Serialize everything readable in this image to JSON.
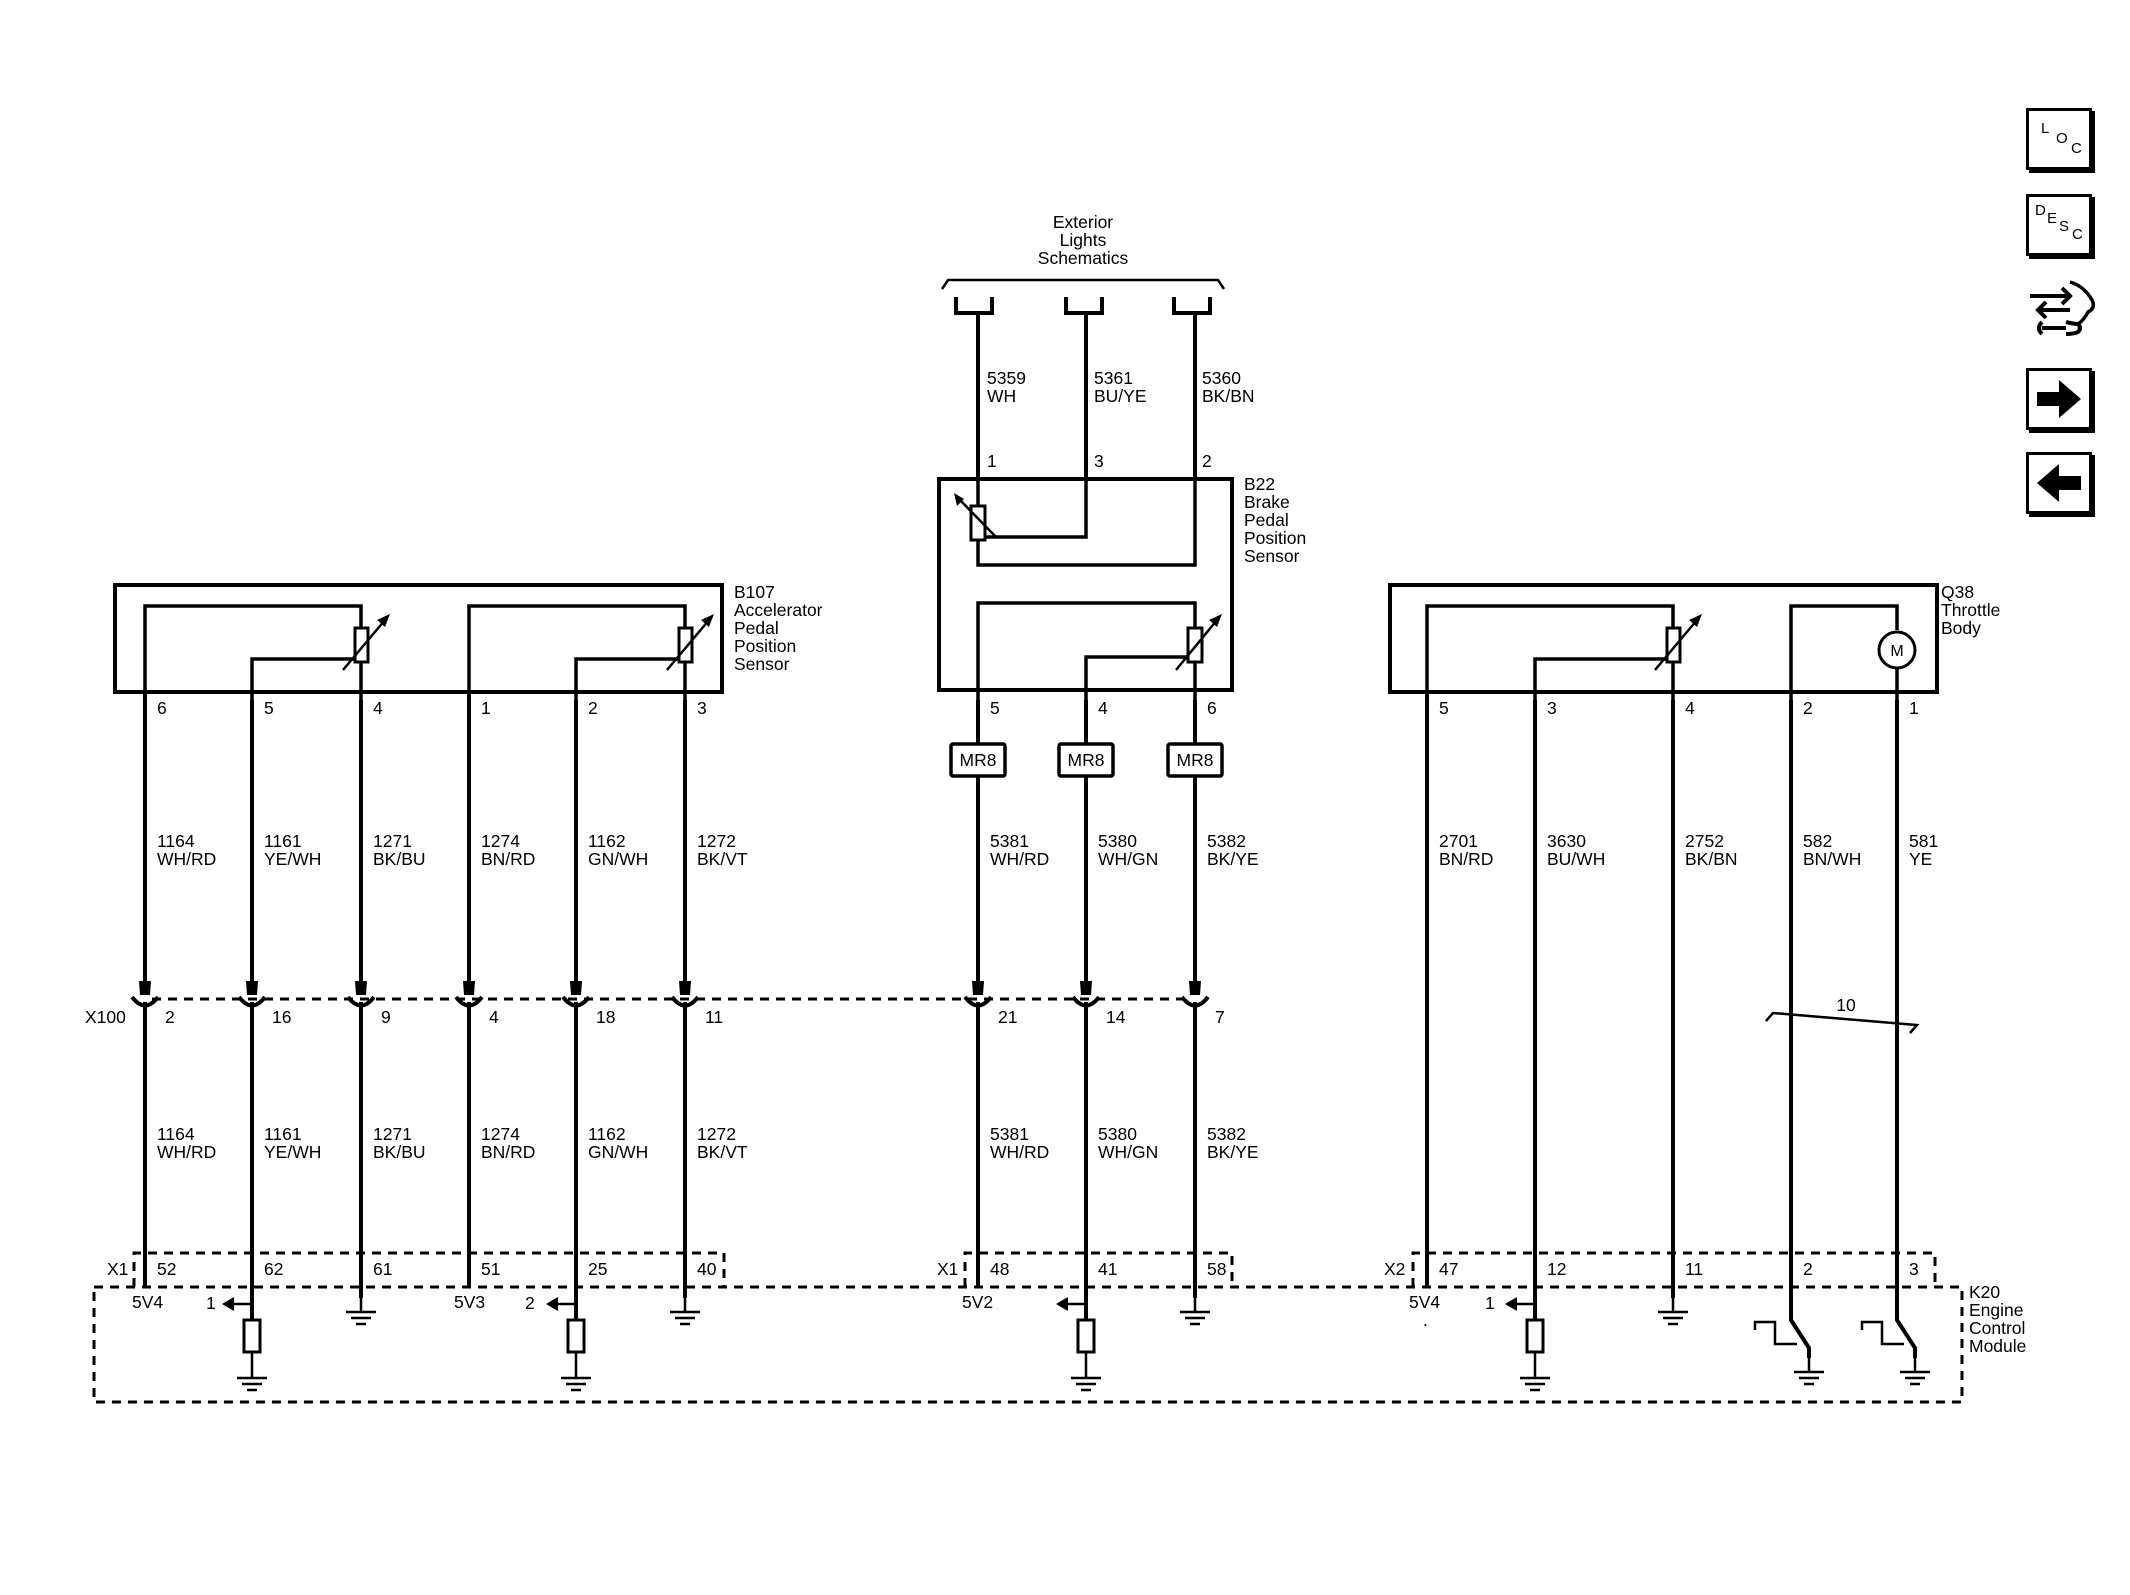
{
  "nav": {
    "loc_letters": [
      "L",
      "O",
      "C"
    ],
    "desc_letters": [
      "D",
      "E",
      "S",
      "C"
    ]
  },
  "header": {
    "exterior_lights": [
      "Exterior",
      "Lights",
      "Schematics"
    ]
  },
  "components": {
    "b107": [
      "B107",
      "Accelerator",
      "Pedal",
      "Position",
      "Sensor"
    ],
    "b22": [
      "B22",
      "Brake",
      "Pedal",
      "Position",
      "Sensor"
    ],
    "q38": [
      "Q38",
      "Throttle",
      "Body"
    ],
    "q38_motor_symbol": "M",
    "k20": [
      "K20",
      "Engine",
      "Control",
      "Module"
    ]
  },
  "connectors": {
    "x100": "X100",
    "x1_left": "X1",
    "x1_center": "X1",
    "x2": "X2",
    "mr8": "MR8",
    "twist_count": "10"
  },
  "top_wires": [
    {
      "circuit": "5359",
      "color": "WH",
      "pin": "1"
    },
    {
      "circuit": "5361",
      "color": "BU/YE",
      "pin": "3"
    },
    {
      "circuit": "5360",
      "color": "BK/BN",
      "pin": "2"
    }
  ],
  "circuits": [
    {
      "sensor_pin": "6",
      "circuit": "1164",
      "color": "WH/RD",
      "x100_pin": "2",
      "ecm_pin": "52"
    },
    {
      "sensor_pin": "5",
      "circuit": "1161",
      "color": "YE/WH",
      "x100_pin": "16",
      "ecm_pin": "62"
    },
    {
      "sensor_pin": "4",
      "circuit": "1271",
      "color": "BK/BU",
      "x100_pin": "9",
      "ecm_pin": "61"
    },
    {
      "sensor_pin": "1",
      "circuit": "1274",
      "color": "BN/RD",
      "x100_pin": "4",
      "ecm_pin": "51"
    },
    {
      "sensor_pin": "2",
      "circuit": "1162",
      "color": "GN/WH",
      "x100_pin": "18",
      "ecm_pin": "25"
    },
    {
      "sensor_pin": "3",
      "circuit": "1272",
      "color": "BK/VT",
      "x100_pin": "11",
      "ecm_pin": "40"
    },
    {
      "sensor_pin": "5",
      "circuit": "5381",
      "color": "WH/RD",
      "x100_pin": "21",
      "ecm_pin": "48"
    },
    {
      "sensor_pin": "4",
      "circuit": "5380",
      "color": "WH/GN",
      "x100_pin": "14",
      "ecm_pin": "41"
    },
    {
      "sensor_pin": "6",
      "circuit": "5382",
      "color": "BK/YE",
      "x100_pin": "7",
      "ecm_pin": "58"
    },
    {
      "sensor_pin": "5",
      "circuit": "2701",
      "color": "BN/RD",
      "ecm_pin": "47"
    },
    {
      "sensor_pin": "3",
      "circuit": "3630",
      "color": "BU/WH",
      "ecm_pin": "12"
    },
    {
      "sensor_pin": "4",
      "circuit": "2752",
      "color": "BK/BN",
      "ecm_pin": "11"
    },
    {
      "sensor_pin": "2",
      "circuit": "582",
      "color": "BN/WH",
      "ecm_pin": "2"
    },
    {
      "sensor_pin": "1",
      "circuit": "581",
      "color": "YE",
      "ecm_pin": "3"
    }
  ],
  "ecm_labels": {
    "ref_5v4_a": "5V4",
    "ref_5v3": "5V3",
    "ref_5v2": "5V2",
    "ref_5v4_b": "5V4",
    "signal_1_a": "1",
    "signal_2": "2",
    "signal_1_b": "1",
    "dot": "."
  }
}
